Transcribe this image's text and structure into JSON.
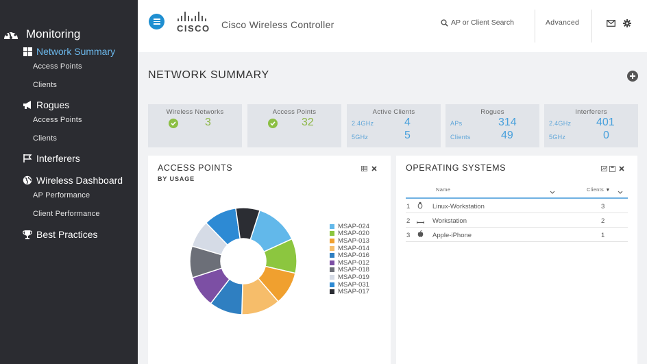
{
  "sidebar": {
    "heading": "Monitoring",
    "sections": [
      {
        "label": "Network Summary",
        "icon": "grid-icon",
        "active": true,
        "items": [
          "Access Points",
          "Clients"
        ]
      },
      {
        "label": "Rogues",
        "icon": "megaphone-icon",
        "active": false,
        "items": [
          "Access Points",
          "Clients"
        ]
      },
      {
        "label": "Interferers",
        "icon": "flag-icon",
        "active": false,
        "items": []
      },
      {
        "label": "Wireless Dashboard",
        "icon": "globe-icon",
        "active": false,
        "items": [
          "AP Performance",
          "Client Performance"
        ]
      },
      {
        "label": "Best Practices",
        "icon": "trophy-icon",
        "active": false,
        "items": []
      }
    ]
  },
  "header": {
    "brand": "cisco",
    "app_title": "Cisco Wireless Controller",
    "search_placeholder": "AP or Client Search",
    "advanced": "Advanced"
  },
  "page_title": "NETWORK SUMMARY",
  "cards": {
    "wireless_networks": {
      "title": "Wireless Networks",
      "value": "3"
    },
    "access_points": {
      "title": "Access Points",
      "value": "32"
    },
    "active_clients": {
      "title": "Active Clients",
      "band1": "2.4GHz",
      "value1": "4",
      "band2": "5GHz",
      "value2": "5"
    },
    "rogues": {
      "title": "Rogues",
      "label1": "APs",
      "value1": "314",
      "label2": "Clients",
      "value2": "49"
    },
    "interferers": {
      "title": "Interferers",
      "band1": "2.4GHz",
      "value1": "401",
      "band2": "5GHz",
      "value2": "0"
    }
  },
  "ap_panel": {
    "title": "ACCESS POINTS",
    "subtitle": "BY USAGE"
  },
  "os_panel": {
    "title": "OPERATING SYSTEMS",
    "col_name": "Name",
    "col_clients": "Clients",
    "rows": [
      {
        "num": "1",
        "icon": "linux-icon",
        "name": "Linux-Workstation",
        "clients": "3"
      },
      {
        "num": "2",
        "icon": "workstation-icon",
        "name": "Workstation",
        "clients": "2"
      },
      {
        "num": "3",
        "icon": "apple-icon",
        "name": "Apple-iPhone",
        "clients": "1"
      }
    ]
  },
  "chart_data": {
    "type": "pie",
    "title": "ACCESS POINTS",
    "subtitle": "BY USAGE",
    "donut": true,
    "legend": "right",
    "labels": [
      "MSAP-024",
      "MSAP-020",
      "MSAP-013",
      "MSAP-014",
      "MSAP-016",
      "MSAP-012",
      "MSAP-018",
      "MSAP-019",
      "MSAP-031",
      "MSAP-017"
    ],
    "values": [
      14.5,
      11.5,
      11,
      13,
      11,
      10.5,
      10.5,
      9,
      11,
      8
    ],
    "colors": [
      "#62b8ea",
      "#8cc63f",
      "#f0a02f",
      "#f6bd6a",
      "#2f7fc1",
      "#7c4fa4",
      "#6c6f78",
      "#d5dbe6",
      "#2d8ad4",
      "#2b2d33"
    ]
  }
}
